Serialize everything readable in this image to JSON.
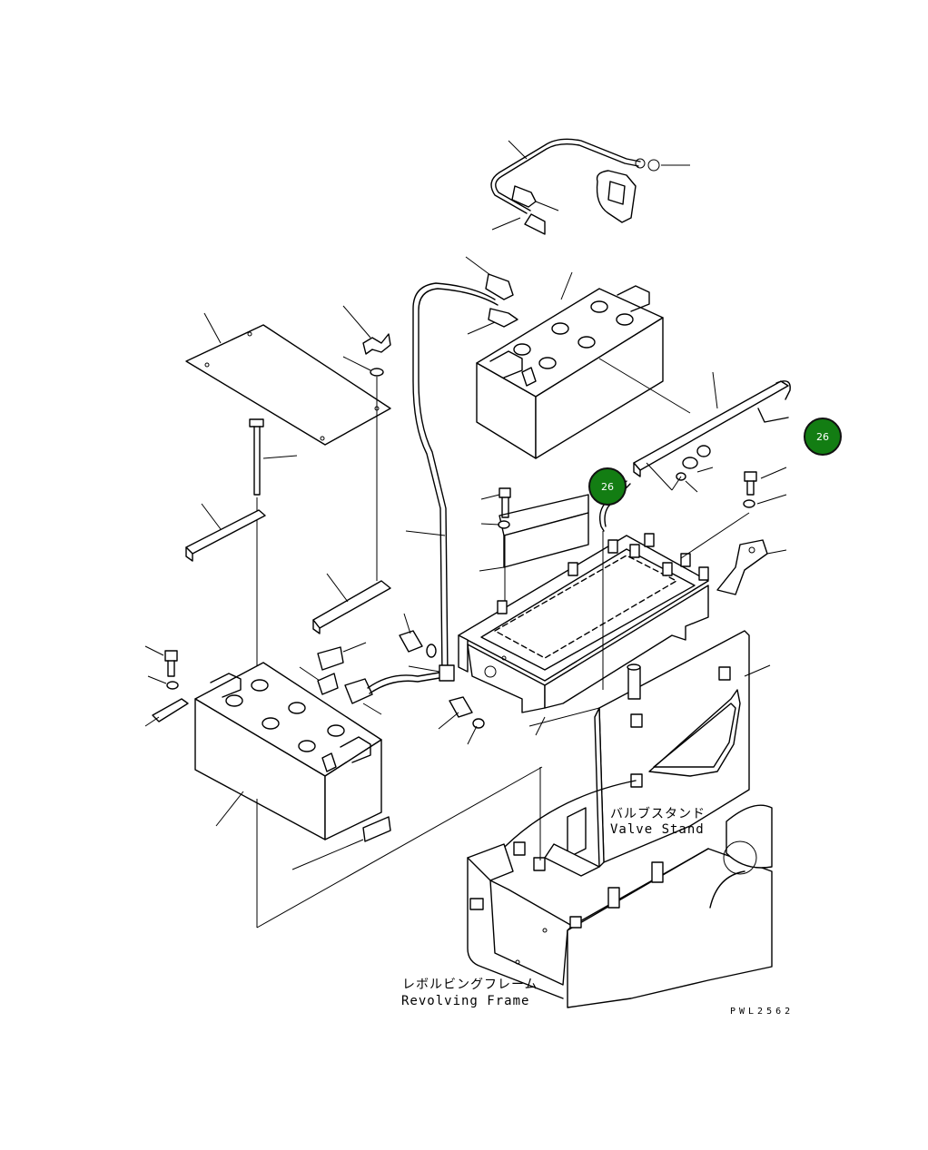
{
  "labels": {
    "valve_stand_jp": "バルブスタンド",
    "valve_stand_en": "Valve Stand",
    "revolving_frame_jp": "レボルビングフレーム",
    "revolving_frame_en": "Revolving Frame",
    "drawing_code": "PWL2562"
  },
  "callouts": [
    {
      "text": "26",
      "color": "#137d13"
    },
    {
      "text": "26",
      "color": "#137d13"
    }
  ]
}
